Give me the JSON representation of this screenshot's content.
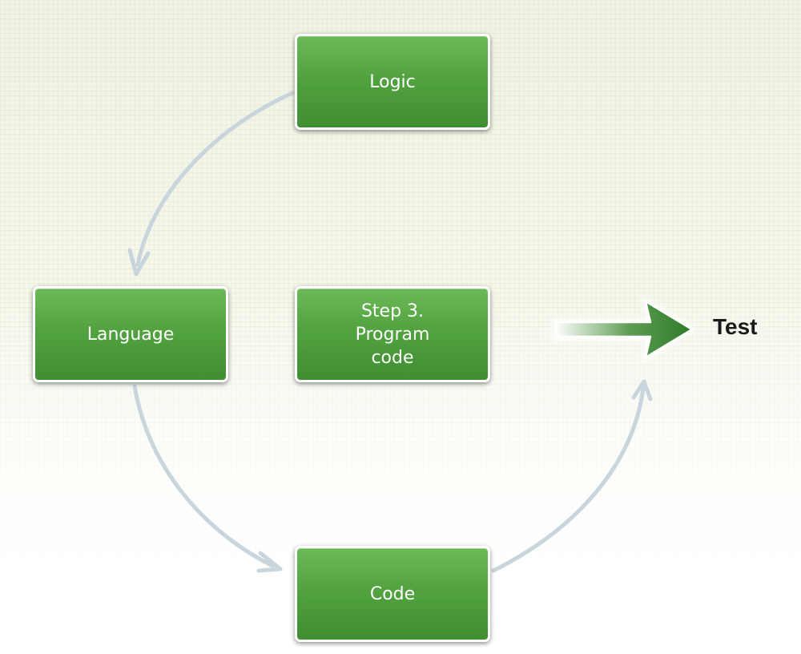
{
  "diagram": {
    "nodes": {
      "logic": "Logic",
      "language": "Language",
      "step3": "Step 3.\nProgram\ncode",
      "code": "Code"
    },
    "output_label": "Test"
  },
  "colors": {
    "node_fill_top": "#6cba57",
    "node_fill_bottom": "#3f8e33",
    "node_border": "#ffffff",
    "cycle_arrow": "#c9d5dc",
    "output_arrow": "#3d8a32"
  },
  "edges": [
    {
      "from": "logic",
      "to": "language"
    },
    {
      "from": "language",
      "to": "code"
    },
    {
      "from": "code",
      "to": "output"
    }
  ]
}
